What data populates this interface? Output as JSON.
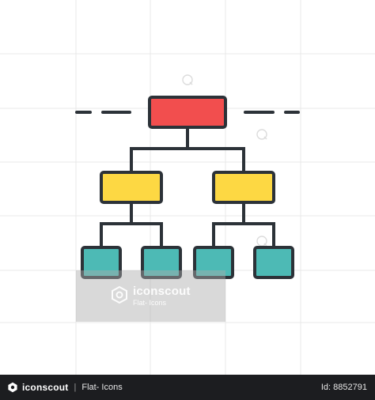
{
  "colors": {
    "root_fill": "#f24e4e",
    "mid_fill": "#fdd843",
    "leaf_fill": "#4dbab5",
    "stroke": "#2c3238",
    "grid": "#e9e9e9",
    "footer_bg": "#1c1d20"
  },
  "icon": "hierarchy-diagram-icon",
  "watermark": {
    "title": "iconscout",
    "subtitle": "Flat- Icons"
  },
  "footer": {
    "brand": "iconscout",
    "separator": "|",
    "category": "Flat- Icons",
    "asset_id": "Id: 8852791"
  }
}
